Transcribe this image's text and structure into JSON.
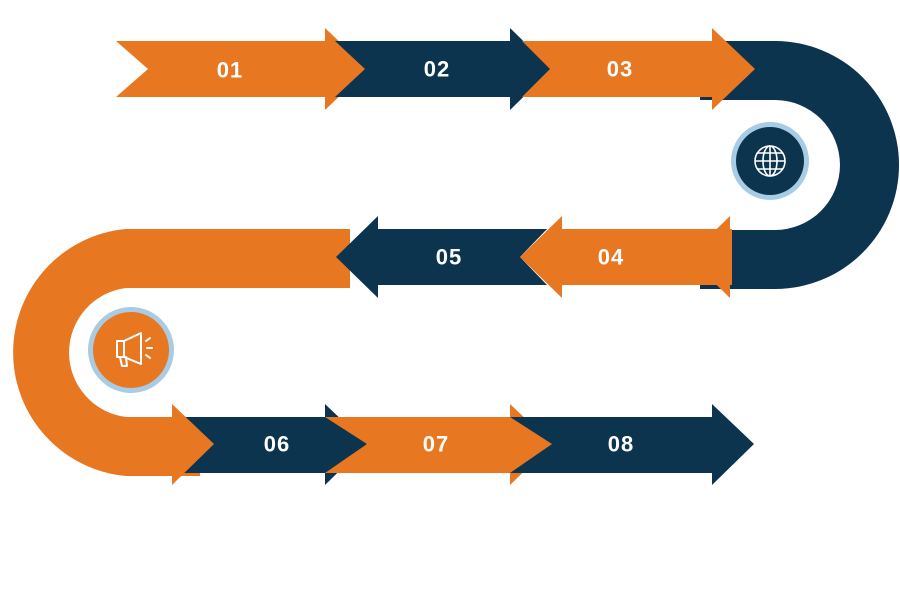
{
  "colors": {
    "orange": "#E87722",
    "navy": "#0C344F",
    "ring": "#A8CCE4",
    "background": "#FFFFFF",
    "text": "#FFFFFF"
  },
  "steps": [
    {
      "label": "01",
      "color": "orange",
      "direction": "right"
    },
    {
      "label": "02",
      "color": "navy",
      "direction": "right"
    },
    {
      "label": "03",
      "color": "orange",
      "direction": "right"
    },
    {
      "label": "04",
      "color": "orange",
      "direction": "left"
    },
    {
      "label": "05",
      "color": "navy",
      "direction": "left"
    },
    {
      "label": "06",
      "color": "navy",
      "direction": "right"
    },
    {
      "label": "07",
      "color": "orange",
      "direction": "right"
    },
    {
      "label": "08",
      "color": "navy",
      "direction": "right"
    }
  ],
  "badges": [
    {
      "icon": "globe-icon",
      "fill": "navy"
    },
    {
      "icon": "megaphone-icon",
      "fill": "orange"
    }
  ]
}
